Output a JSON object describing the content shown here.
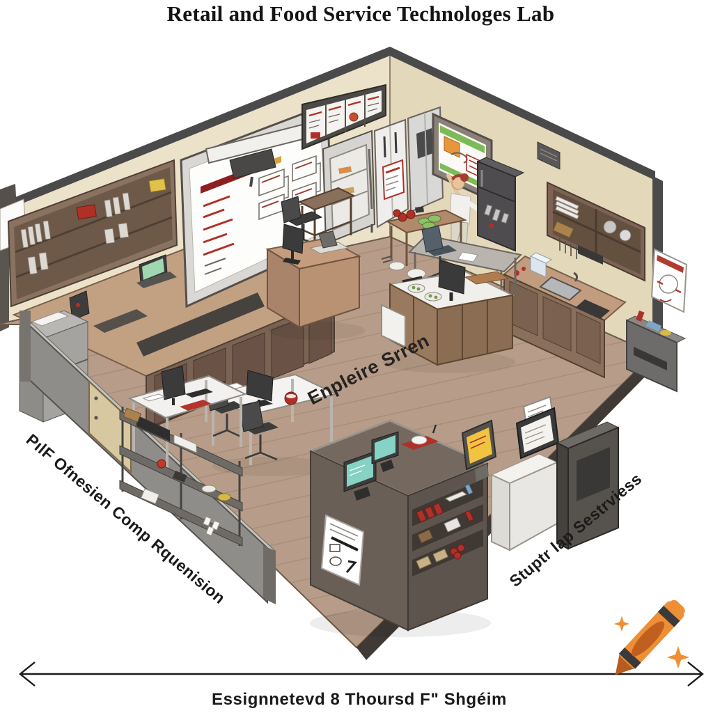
{
  "title": "Retail and Food Service Technologes Lab",
  "labels": {
    "left_area": "PılF Ofnesien Comp Rquenision",
    "center_floor": "Enpleire Srren",
    "right_area": "Stuptr lap Sestrviess",
    "bottom_dimension": "Essignnetevd 8 Thoursd F\" Shgéim"
  },
  "icons": {
    "crayon": "orange-crayon-icon",
    "sparkle": "sparkle-icon",
    "dimension": "double-headed-arrow-line"
  },
  "colors": {
    "wall_left": "#ece2c9",
    "wall_right": "#e3d8ba",
    "wall_trim": "#4a4a4a",
    "floor_wood": "#b79d89",
    "furniture_brown": "#8a6f5f",
    "counter_tan": "#c2a183",
    "accent_red": "#b03028",
    "screen_teal": "#86d2c4",
    "screen_yellow": "#f0c440",
    "screen_green": "#9fd8b0",
    "crayon_orange": "#ef8f35",
    "crayon_dark_orange": "#b65c1f",
    "text_black": "#1a1a1a"
  },
  "scene_objects": [
    "smartboard-with-chart",
    "ceiling-projector",
    "menu-board",
    "glass-door-cooler",
    "white-refrigerator",
    "stainless-refrigerator",
    "diagram-whiteboard",
    "instructor-person",
    "black-refrigerator",
    "wall-speaker",
    "right-wall-cabinet",
    "sink-counter",
    "safety-poster",
    "printer-machine",
    "left-shelving-hutch",
    "left-counter-laptop",
    "gray-cart",
    "rolling-table",
    "podium-desk",
    "training-table",
    "office-chairs",
    "produce-table",
    "l-desk",
    "prep-island",
    "partition-wall",
    "partition-door",
    "front-desk",
    "supply-shelf",
    "checkout-counter",
    "pos-terminals",
    "product-shelves",
    "arrow-poster",
    "self-checkout-kiosks"
  ]
}
